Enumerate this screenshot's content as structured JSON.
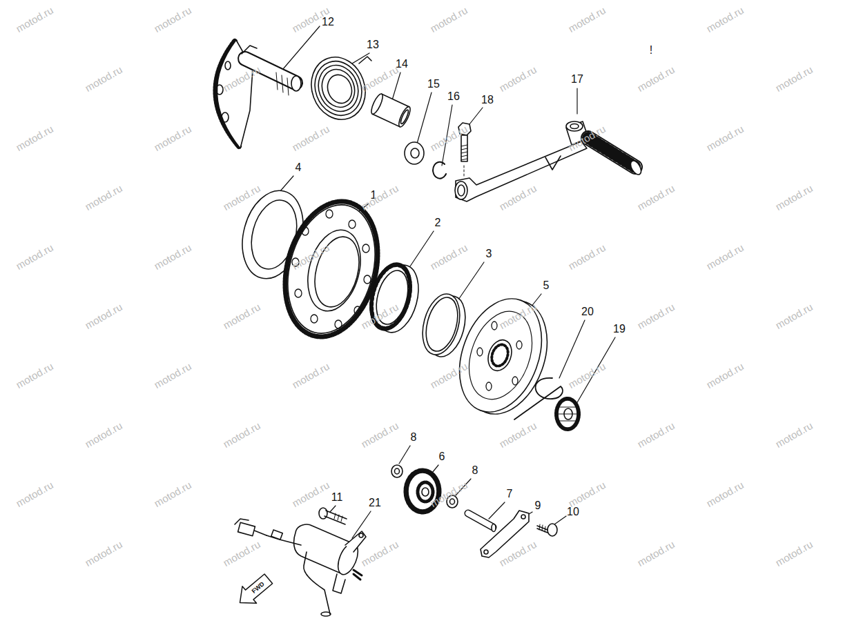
{
  "diagram": {
    "labels": [
      "12",
      "13",
      "14",
      "15",
      "16",
      "18",
      "17",
      "!",
      "4",
      "1",
      "2",
      "3",
      "5",
      "20",
      "19",
      "8",
      "6",
      "8",
      "7",
      "9",
      "10",
      "11",
      "21",
      "FWD",
      "motod.ru",
      "motod.ru",
      "motod.ru",
      "motod.ru",
      "motod.ru",
      "motod.ru",
      "motod.ru",
      "motod.ru",
      "motod.ru",
      "motod.ru",
      "motod.ru",
      "motod.ru",
      "motod.ru",
      "motod.ru",
      "motod.ru",
      "motod.ru",
      "motod.ru",
      "motod.ru",
      "motod.ru",
      "motod.ru",
      "motod.ru",
      "motod.ru",
      "motod.ru",
      "motod.ru",
      "motod.ru",
      "motod.ru",
      "motod.ru",
      "motod.ru",
      "motod.ru",
      "motod.ru",
      "motod.ru",
      "motod.ru",
      "motod.ru",
      "motod.ru",
      "motod.ru",
      "motod.ru",
      "motod.ru",
      "motod.ru",
      "motod.ru",
      "motod.ru",
      "motod.ru",
      "motod.ru",
      "motod.ru",
      "motod.ru",
      "motod.ru",
      "motod.ru",
      "motod.ru",
      "motod.ru",
      "motod.ru",
      "motod.ru",
      "motod.ru",
      "motod.ru",
      "motod.ru",
      "motod.ru",
      "motod.ru",
      "motod.ru",
      "motod.ru",
      "motod.ru",
      "motod.ru",
      "motod.ru"
    ]
  }
}
